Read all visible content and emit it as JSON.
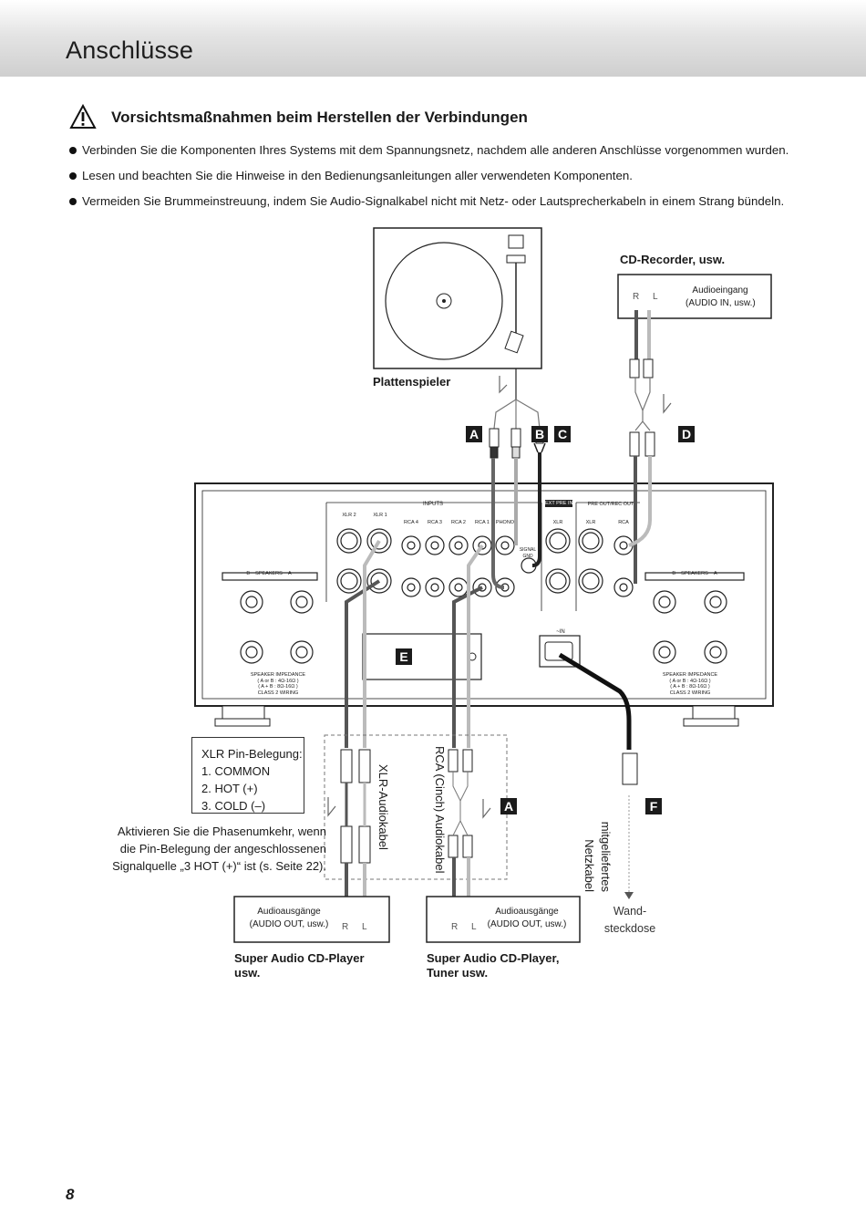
{
  "header": {
    "title": "Anschlüsse"
  },
  "caution": {
    "icon": "warning-triangle-icon",
    "title": "Vorsichtsmaßnahmen beim Herstellen der Verbindungen",
    "bullets": [
      "Verbinden Sie die Komponenten Ihres Systems mit dem Spannungsnetz, nachdem alle anderen Anschlüsse vorgenommen wurden.",
      "Lesen und beachten Sie die Hinweise in den Bedienungsanleitungen aller verwendeten Komponenten.",
      "Vermeiden Sie Brummeinstreuung, indem Sie Audio-Signalkabel nicht mit Netz- oder Lautsprecherkabeln in einem Strang bündeln."
    ]
  },
  "diagram": {
    "turntable_label": "Plattenspieler",
    "cd_recorder": {
      "label": "CD-Recorder, usw.",
      "rl": "R L",
      "input_line1": "Audioeingang",
      "input_line2": "(AUDIO IN, usw.)"
    },
    "badges": {
      "a": "A",
      "b": "B",
      "c": "C",
      "d": "D",
      "e": "E",
      "a2": "A",
      "f": "F"
    },
    "panel": {
      "inputs": "INPUTS",
      "ext_pre_in": "EXT PRE IN",
      "pre_out": "PRE OUT/REC OUT",
      "xlr2": "XLR 2",
      "xlr1": "XLR 1",
      "rca4": "RCA 4",
      "rca3": "RCA 3",
      "rca2": "RCA 2",
      "rca1": "RCA 1",
      "phono": "PHONO",
      "xlr": "XLR",
      "rca": "RCA",
      "signal_gnd": "SIGNAL GND",
      "ac_in": "~IN",
      "speakers_b": "B",
      "speakers": "SPEAKERS",
      "speakers_a": "A",
      "impedance": "SPEAKER IMPEDANCE",
      "imp1": "( A or B : 4Ω-16Ω )",
      "imp2": "( A + B : 8Ω-16Ω )",
      "class2": "CLASS 2 WIRING"
    },
    "xlr_pins": {
      "title": "XLR Pin-Belegung:",
      "pins": [
        "1. COMMON",
        "2. HOT (+)",
        "3. COLD (–)"
      ]
    },
    "phase_note": "Aktivieren Sie die Phasenumkehr, wenn die Pin-Belegung der angeschlossenen Signalquelle „3 HOT (+)“ ist (s. Seite 22).",
    "xlr_cable": "XLR-Audiokabel",
    "rca_cable": "RCA (Cinch) Audiokabel",
    "power_cable": "mitgeliefertes Netzkabel",
    "source1": {
      "out_line1": "Audioausgänge",
      "out_line2": "(AUDIO OUT, usw.)",
      "rl": "R L",
      "label_line1": "Super Audio CD-Player",
      "label_line2": "usw."
    },
    "source2": {
      "out_line1": "Audioausgänge",
      "out_line2": "(AUDIO OUT, usw.)",
      "rl": "R L",
      "label_line1": "Super Audio CD-Player,",
      "label_line2": "Tuner usw."
    },
    "wall_outlet_line1": "Wand-",
    "wall_outlet_line2": "steckdose"
  },
  "page_number": "8"
}
